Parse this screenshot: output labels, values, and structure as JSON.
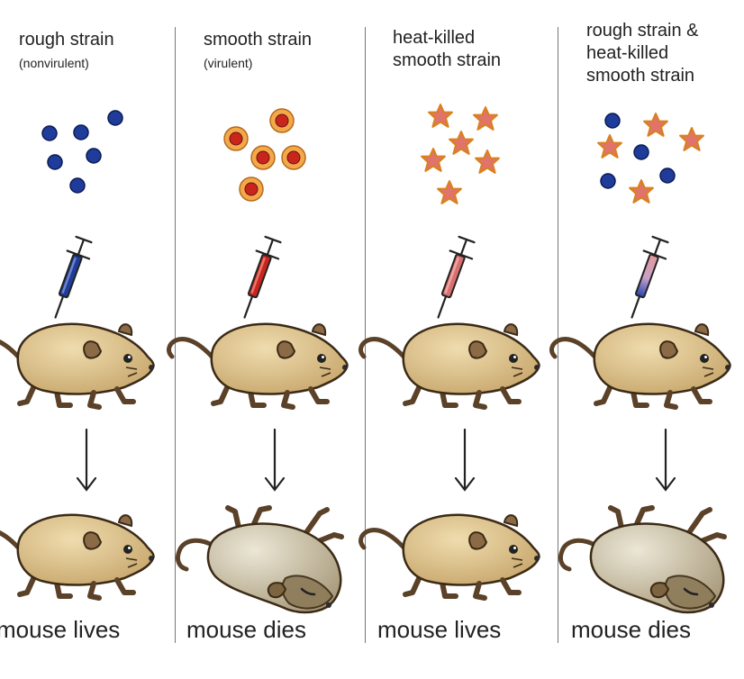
{
  "panels": [
    {
      "title_lines": [
        "rough strain"
      ],
      "subtitle": "(nonvirulent)",
      "result": "mouse lives"
    },
    {
      "title_lines": [
        "smooth strain"
      ],
      "subtitle": "(virulent)",
      "result": "mouse dies"
    },
    {
      "title_lines": [
        "heat-killed",
        "smooth strain"
      ],
      "subtitle": "",
      "result": "mouse lives"
    },
    {
      "title_lines": [
        "rough strain &",
        "heat-killed",
        "smooth strain"
      ],
      "subtitle": "",
      "result": "mouse dies"
    }
  ],
  "colors": {
    "rough_bacterium": "#1f3c9a",
    "smooth_bacterium_outer": "#f3a94a",
    "smooth_bacterium_inner": "#c8261c",
    "heat_killed": "#e0736b",
    "mouse_alive": "#d8c191",
    "mouse_dead": "#cfc6ae",
    "syringe_rough": "#1f3c9a",
    "syringe_smooth": "#c8261c",
    "syringe_heat_killed": "#d96f70"
  },
  "outcomes": [
    "alive",
    "dead",
    "alive",
    "dead"
  ]
}
